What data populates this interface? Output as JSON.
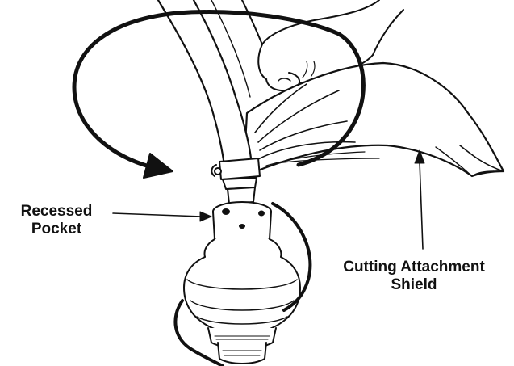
{
  "labels": {
    "recessed_pocket": {
      "line1": "Recessed",
      "line2": "Pocket"
    },
    "cutting_attachment_shield": {
      "line1": "Cutting Attachment",
      "line2": "Shield"
    }
  },
  "colors": {
    "ink": "#111111",
    "background": "#ffffff"
  }
}
